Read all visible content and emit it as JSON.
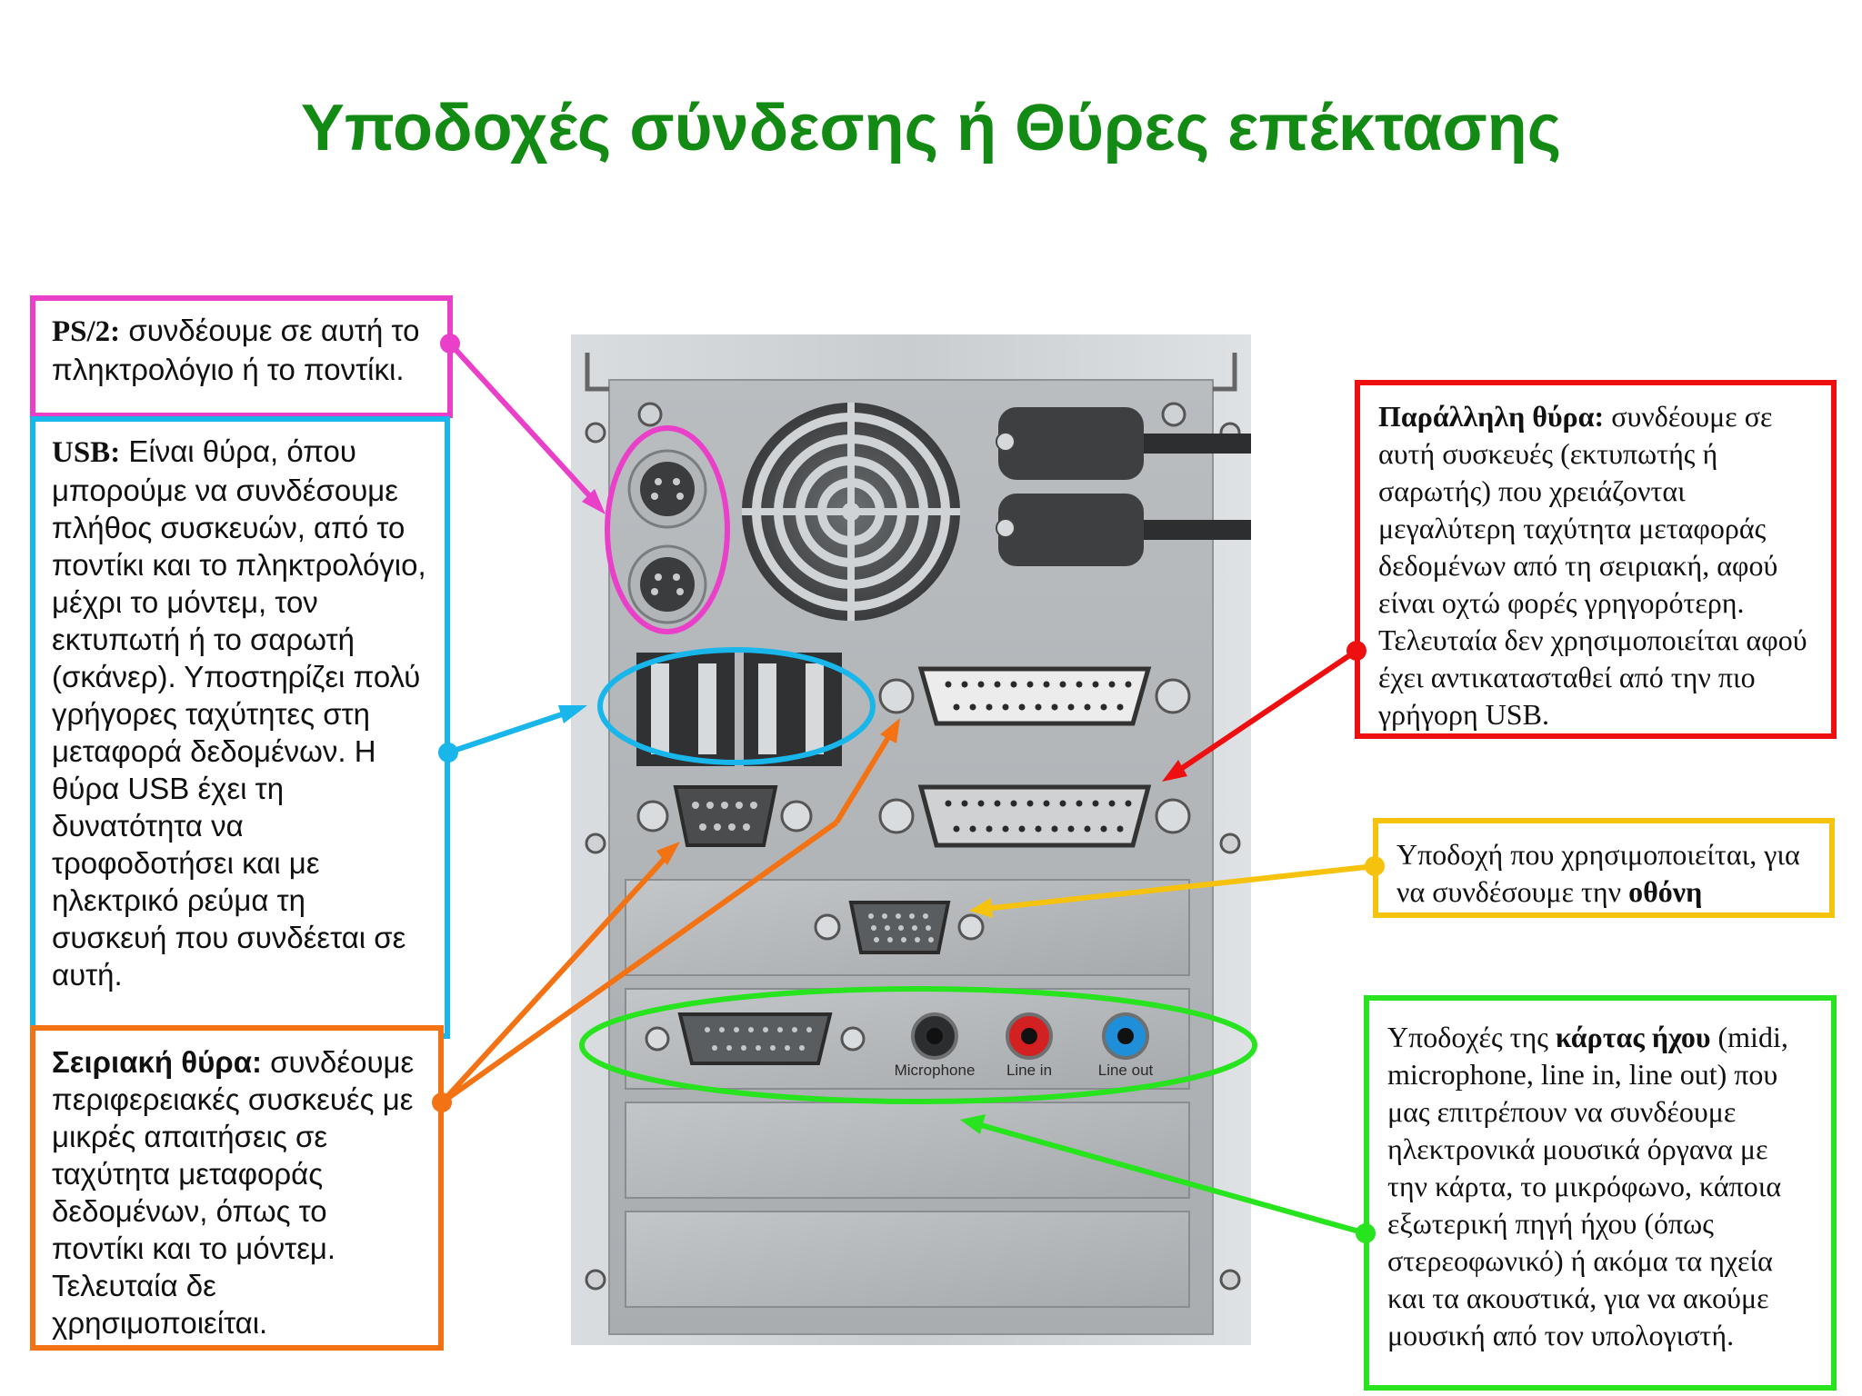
{
  "title": "Υποδοχές σύνδεσης ή Θύρες επέκτασης",
  "colors": {
    "title": "#138a13",
    "ps2": "#ea3fc8",
    "usb": "#18b6ea",
    "serial": "#f27214",
    "parallel": "#ee1010",
    "vga": "#f5c20e",
    "sound": "#27e41f"
  },
  "ps2": {
    "lead": "PS/2:",
    "text": " συνδέουμε σε αυτή το πληκτρολόγιο ή το ποντίκι."
  },
  "usb": {
    "lead": "USB:",
    "text": " Είναι θύρα, όπου μπορούμε να συνδέσουμε πλήθος συσκευών, από το ποντίκι και το πληκτρολόγιο, μέχρι το μόντεμ, τον εκτυπωτή ή το σαρωτή (σκάνερ). Υποστηρίζει πολύ γρήγορες ταχύτητες στη μεταφορά δεδομένων. Η θύρα USB έχει τη δυνατότητα να τροφοδοτήσει και με ηλεκτρικό ρεύμα τη συσκευή που συνδέεται σε αυτή."
  },
  "serial": {
    "lead": "Σειριακή θύρα:",
    "text": " συνδέουμε περιφερειακές συσκευές με μικρές απαιτήσεις σε ταχύτητα μεταφοράς δεδομένων, όπως το ποντίκι και το μόντεμ. Τελευταία δε χρησιμοποιείται."
  },
  "parallel": {
    "lead": "Παράλληλη θύρα:",
    "text": " συνδέουμε σε αυτή συσκευές (εκτυπωτής ή σαρωτής) που χρειάζονται μεγαλύτερη ταχύτητα μεταφοράς δεδομένων από τη σειριακή, αφού είναι οχτώ φορές γρηγορότερη. Τελευταία δεν χρησιμοποιείται αφού έχει αντικατασταθεί από την πιο γρήγορη USB."
  },
  "vga": {
    "text": "Υποδοχή που χρησιμοποιείται, για να συνδέσουμε την ",
    "bold": "οθόνη"
  },
  "sound": {
    "text1": "Υποδοχές της ",
    "bold": "κάρτας ήχου",
    "text2": " (midi, microphone, line in, line out) που μας επιτρέπουν να συνδέουμε ηλεκτρονικά μουσικά όργανα με την κάρτα, το μικρόφωνο, κάποια εξωτερική πηγή ήχου (όπως στερεοφωνικό) ή ακόμα τα ηχεία και τα ακουστικά, για να ακούμε μουσική από τον υπολογιστή."
  },
  "jacks": {
    "mic": "Microphone",
    "linein": "Line in",
    "lineout": "Line out"
  }
}
